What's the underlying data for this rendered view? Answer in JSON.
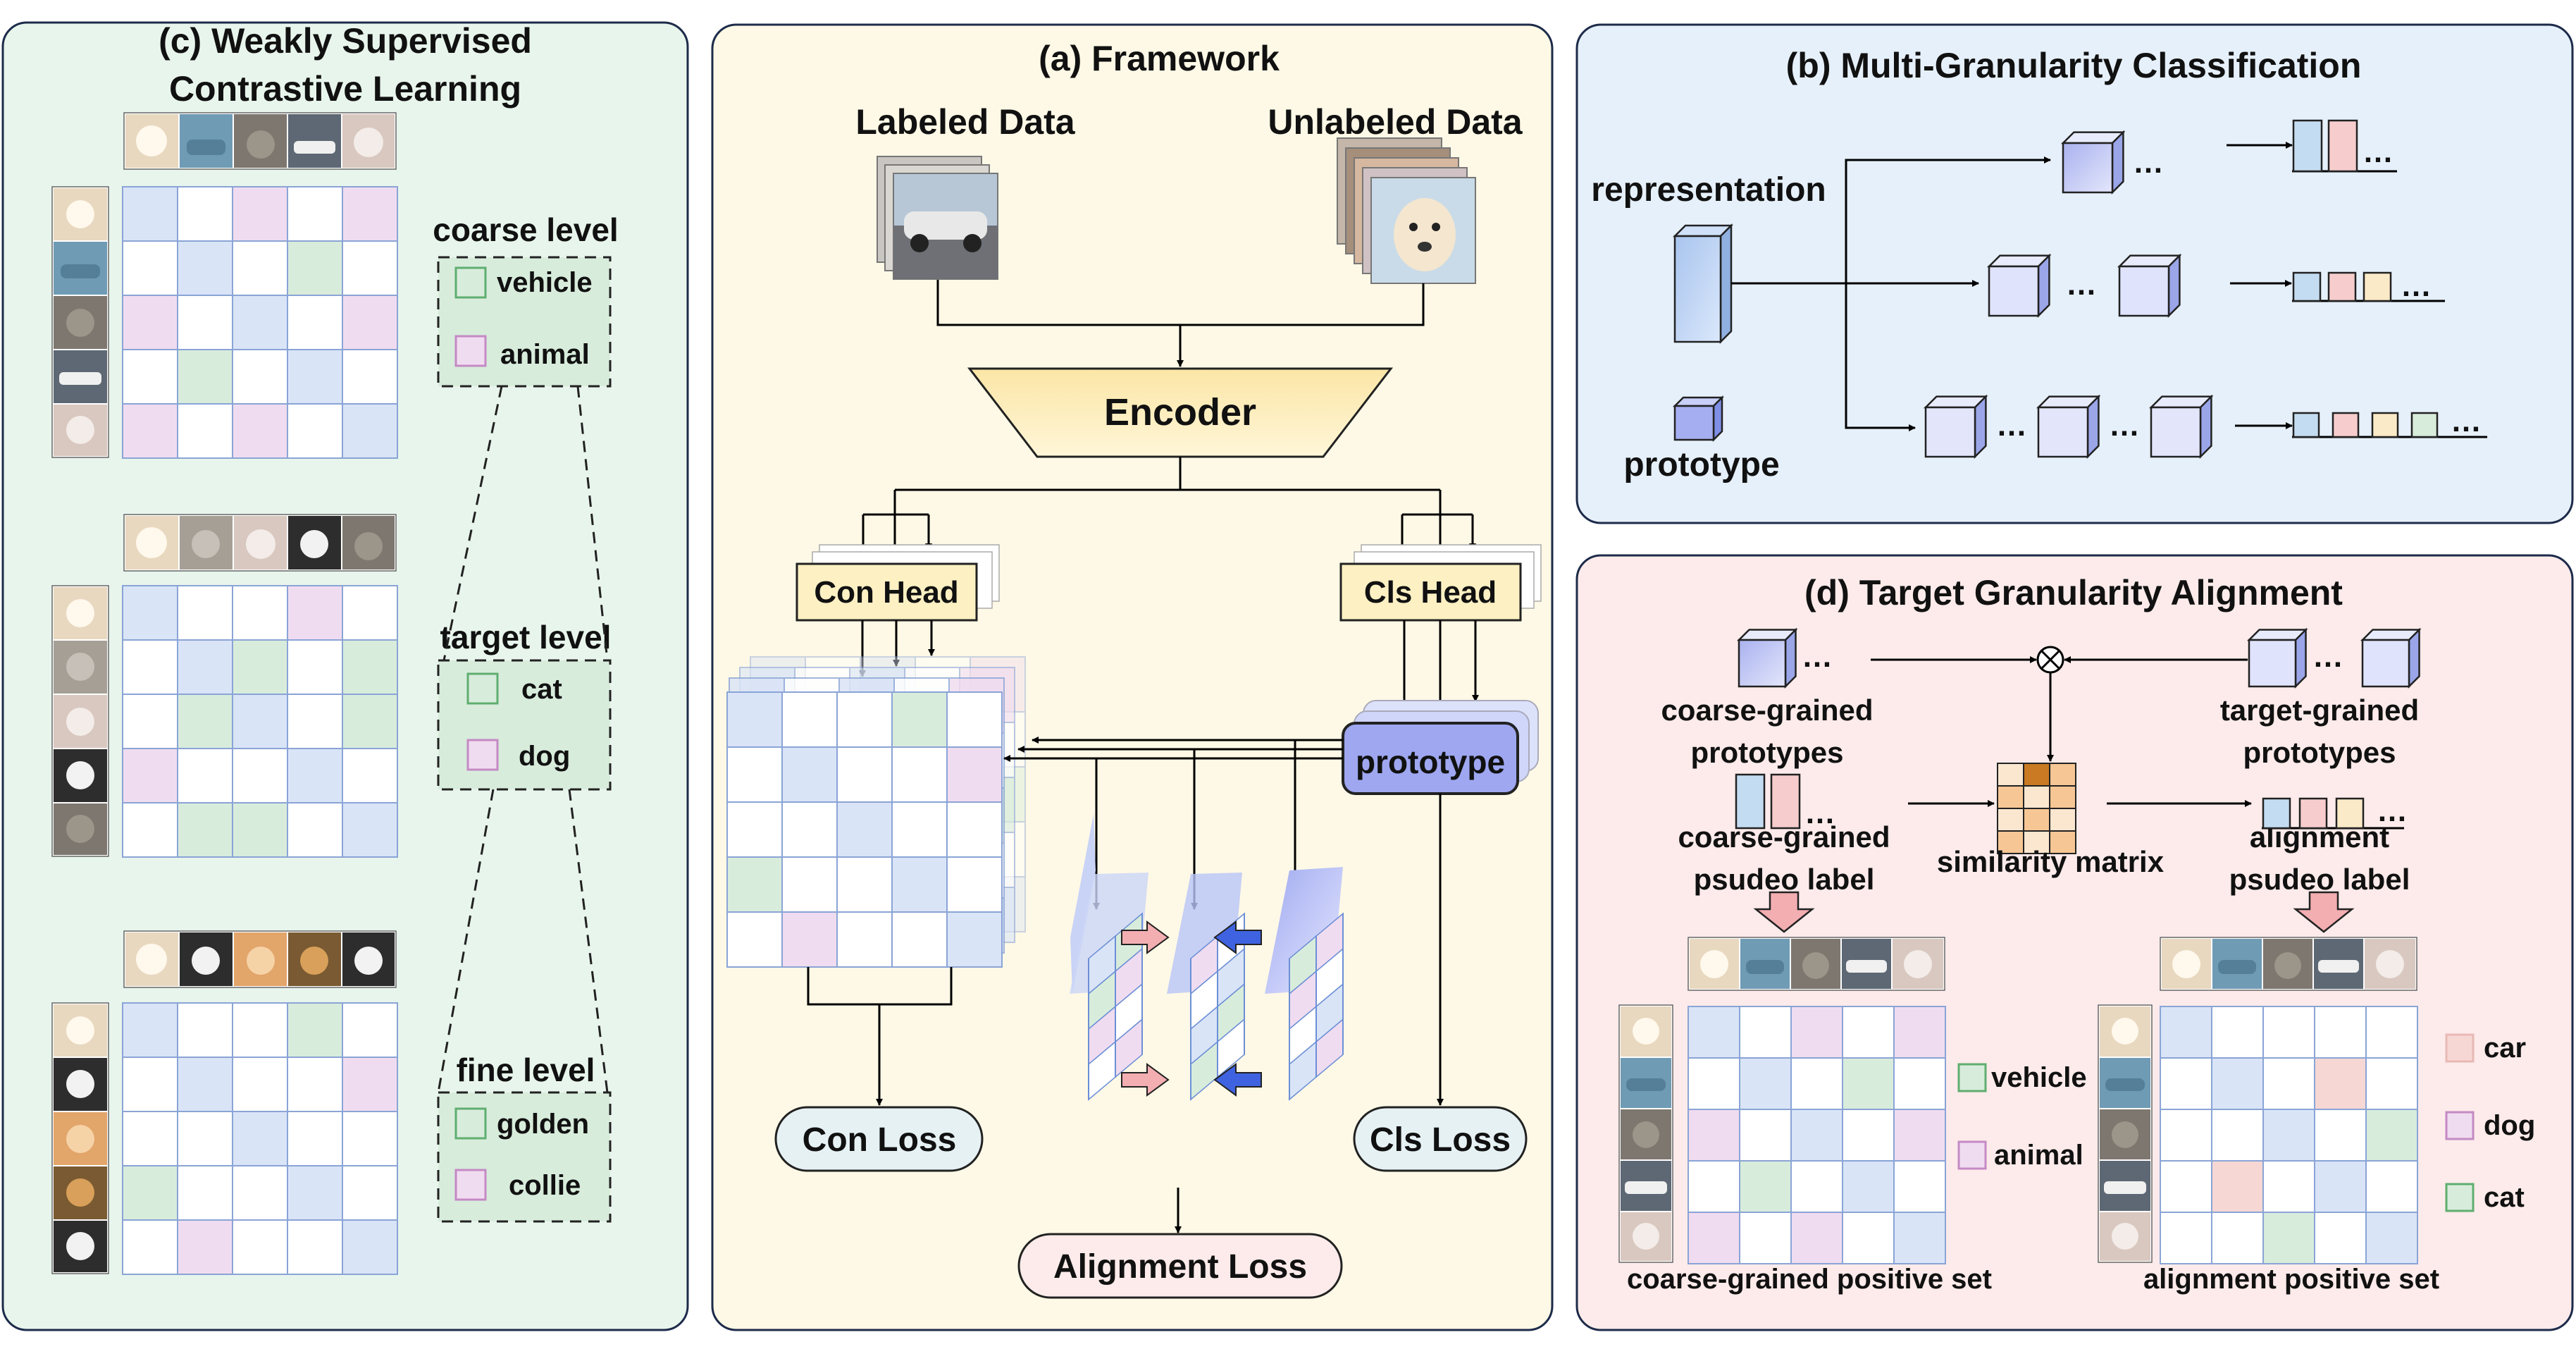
{
  "panels": {
    "c": {
      "title_line1": "(c) Weakly Supervised",
      "title_line2": "Contrastive Learning",
      "levels": [
        {
          "title": "coarse level",
          "items": [
            "vehicle",
            "animal"
          ]
        },
        {
          "title": "target level",
          "items": [
            "cat",
            "dog"
          ]
        },
        {
          "title": "fine level",
          "items": [
            "golden",
            "collie"
          ]
        }
      ]
    },
    "a": {
      "title": "(a) Framework",
      "labeled": "Labeled Data",
      "unlabeled": "Unlabeled Data",
      "encoder": "Encoder",
      "con_head": "Con Head",
      "cls_head": "Cls Head",
      "prototype": "prototype",
      "con_loss": "Con Loss",
      "cls_loss": "Cls Loss",
      "align_loss": "Alignment Loss"
    },
    "b": {
      "title": "(b) Multi-Granularity Classification",
      "representation": "representation",
      "prototype": "prototype"
    },
    "d": {
      "title": "(d) Target Granularity Alignment",
      "coarse_protos": [
        "coarse-grained",
        "prototypes"
      ],
      "target_protos": [
        "target-grained",
        "prototypes"
      ],
      "coarse_label": [
        "coarse-grained",
        "psudeo label"
      ],
      "align_label": [
        "alignment",
        "psudeo label"
      ],
      "sim": "similarity matrix",
      "coarse_set": "coarse-grained positive set",
      "align_set": "alignment positive set",
      "legend_coarse": [
        "vehicle",
        "animal"
      ],
      "legend_target": [
        "car",
        "dog",
        "cat"
      ]
    }
  },
  "colors": {
    "panel_c_bg": "#e8f5ec",
    "panel_a_bg": "#fef9e6",
    "panel_b_bg": "#e6f0fa",
    "panel_d_bg": "#fcebea",
    "blue": "#d9e4f7",
    "green": "#d8ecdc",
    "pink": "#f0dcf0",
    "salmon": "#f6d7d4",
    "ellipsis": "…"
  }
}
